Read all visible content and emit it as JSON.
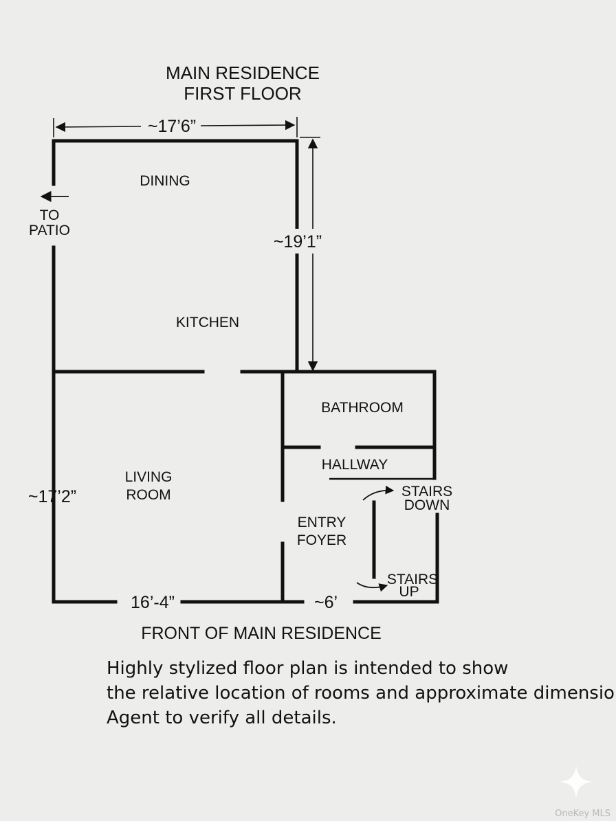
{
  "title": {
    "line1": "MAIN RESIDENCE",
    "line2": "FIRST FLOOR"
  },
  "rooms": {
    "dining": "DINING",
    "kitchen": "KITCHEN",
    "bathroom": "BATHROOM",
    "hallway": "HALLWAY",
    "living_room": {
      "line1": "LIVING",
      "line2": "ROOM"
    },
    "entry_foyer": {
      "line1": "ENTRY",
      "line2": "FOYER"
    }
  },
  "labels": {
    "to_patio": {
      "line1": "TO",
      "line2": "PATIO"
    },
    "stairs_down": {
      "line1": "STAIRS",
      "line2": "DOWN"
    },
    "stairs_up": {
      "line1": "STAIRS",
      "line2": "UP"
    },
    "front": "FRONT OF MAIN RESIDENCE"
  },
  "dimensions": {
    "top_width": "~17’6”",
    "right_height": "~19’1”",
    "left_height": "~17’2”",
    "bottom_left": "16’-4”",
    "bottom_right": "~6’"
  },
  "note": [
    "Highly stylized floor plan is intended to show",
    "the relative location of rooms and approximate dimensions.",
    "Agent to verify all details."
  ],
  "watermark": "OneKey MLS",
  "colors": {
    "background": "#ededeb",
    "ink": "#111111",
    "watermark": "#b9b9b9"
  }
}
